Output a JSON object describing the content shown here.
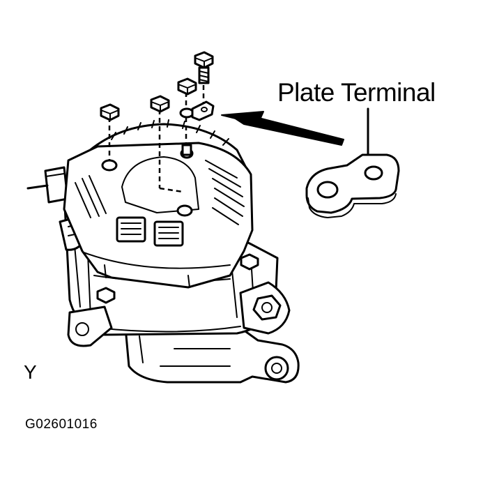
{
  "callout_label": "Plate Terminal",
  "view_mark": "Y",
  "figure_id": "G02601016",
  "line_color": "#000000",
  "background": "#ffffff",
  "icons": [
    "alternator-illustration",
    "plate-terminal-illustration",
    "pointer-arrow",
    "bolt-icon",
    "nut-icon"
  ]
}
